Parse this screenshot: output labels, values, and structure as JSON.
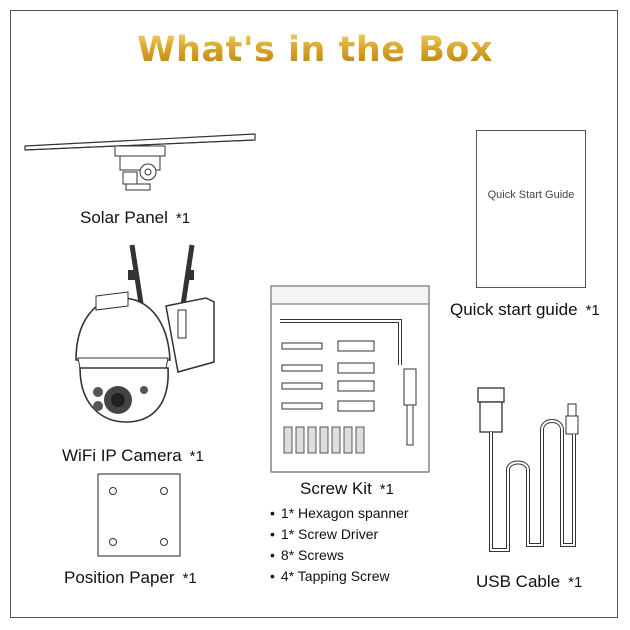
{
  "title": "What's in the Box",
  "items": {
    "solar_panel": {
      "label": "Solar Panel",
      "qty": "*1"
    },
    "camera": {
      "label": "WiFi IP Camera",
      "qty": "*1"
    },
    "position_paper": {
      "label": "Position Paper",
      "qty": "*1"
    },
    "screw_kit": {
      "label": "Screw Kit",
      "qty": "*1"
    },
    "quick_guide": {
      "label": "Quick start guide",
      "qty": "*1",
      "cover_text": "Quick Start Guide"
    },
    "usb_cable": {
      "label": "USB Cable",
      "qty": "*1"
    }
  },
  "screw_kit_contents": [
    "1* Hexagon spanner",
    "1* Screw Driver",
    "8* Screws",
    "4* Tapping Screw"
  ],
  "colors": {
    "title_gold": "#d9a62a",
    "frame": "#555555"
  },
  "icons": [
    "solar-panel-illustration",
    "camera-illustration",
    "position-paper-illustration",
    "screw-kit-illustration",
    "guide-booklet-illustration",
    "usb-cable-illustration"
  ]
}
